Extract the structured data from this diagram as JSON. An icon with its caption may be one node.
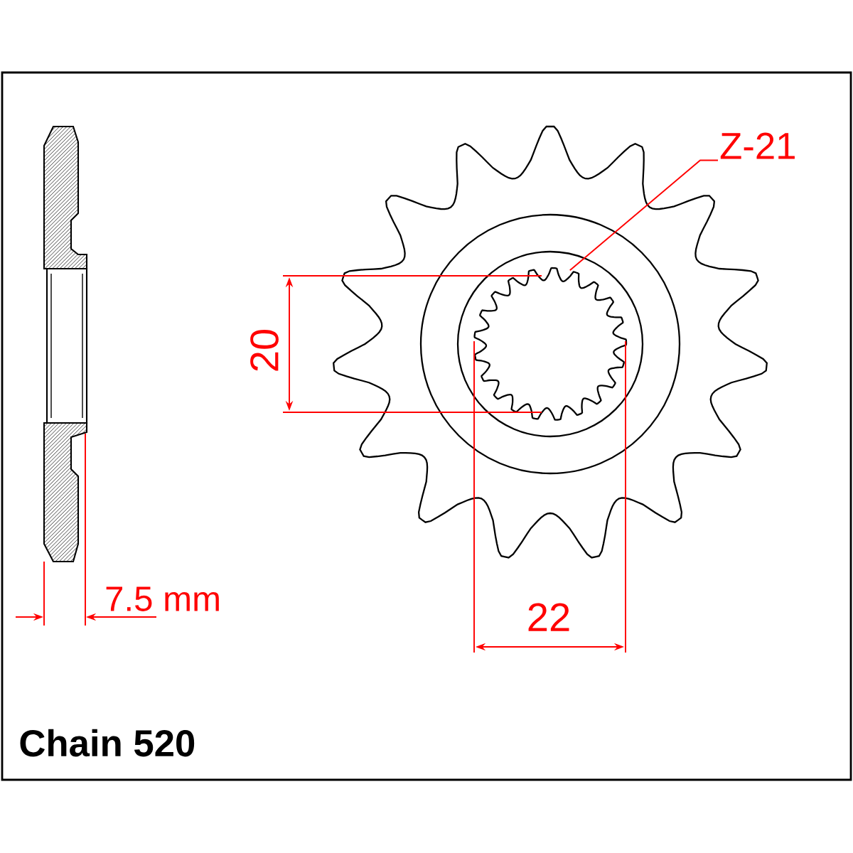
{
  "diagram": {
    "nodes": [
      {
        "text": [
          "Z-21"
        ]
      },
      {
        "text": [],
        "shape": "picture"
      }
    ],
    "edges": [
      {
        "from": 0,
        "to": 1,
        "arrow": "none",
        "color": "#ff0000"
      }
    ],
    "labels": [
      "20",
      "7.5 mm",
      "22",
      "Chain 520"
    ]
  }
}
